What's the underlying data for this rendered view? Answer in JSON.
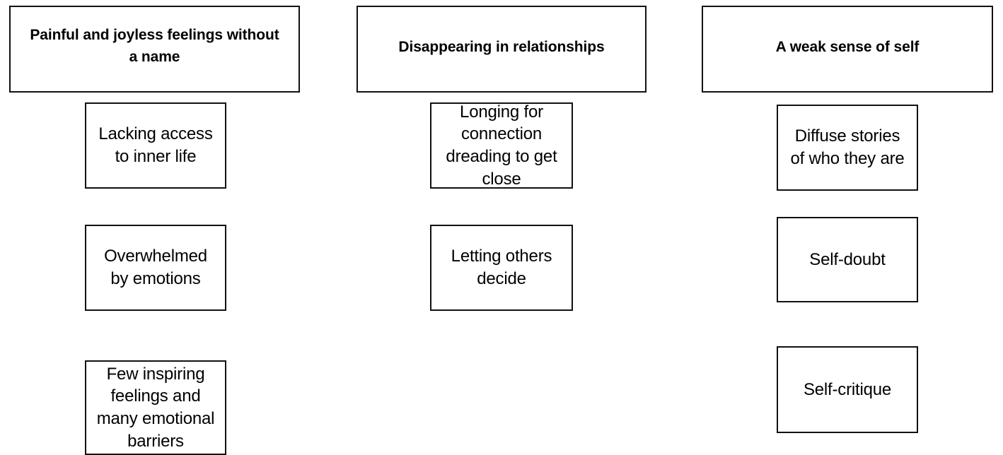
{
  "diagram": {
    "type": "three-column-grouping",
    "background_color": "#ffffff",
    "border_color": "#111111",
    "text_color": "#000000",
    "columns": [
      {
        "id": "column-1",
        "header": {
          "label": "Painful and joyless feelings without a name",
          "lines": "Painful and joyless feelings without\na name"
        },
        "items": [
          {
            "label": "Lacking access to inner life",
            "lines": "Lacking access\nto inner life"
          },
          {
            "label": "Overwhelmed by emotions",
            "lines": "Overwhelmed\nby emotions"
          },
          {
            "label": "Few inspiring feelings and many emotional barriers",
            "lines": "Few inspiring\nfeelings and\nmany emotional\nbarriers"
          }
        ]
      },
      {
        "id": "column-2",
        "header": {
          "label": "Disappearing in relationships",
          "lines": "Disappearing in relationships"
        },
        "items": [
          {
            "label": "Longing for connection dreading to get close",
            "lines": "Longing for\nconnection\ndreading to get\nclose"
          },
          {
            "label": "Letting others decide",
            "lines": "Letting others\ndecide"
          }
        ]
      },
      {
        "id": "column-3",
        "header": {
          "label": "A weak sense of self",
          "lines": "A weak sense of self"
        },
        "items": [
          {
            "label": "Diffuse stories of who they are",
            "lines": "Diffuse stories\nof who they are"
          },
          {
            "label": "Self-doubt",
            "lines": "Self-doubt"
          },
          {
            "label": "Self-critique",
            "lines": "Self-critique"
          }
        ]
      }
    ]
  }
}
